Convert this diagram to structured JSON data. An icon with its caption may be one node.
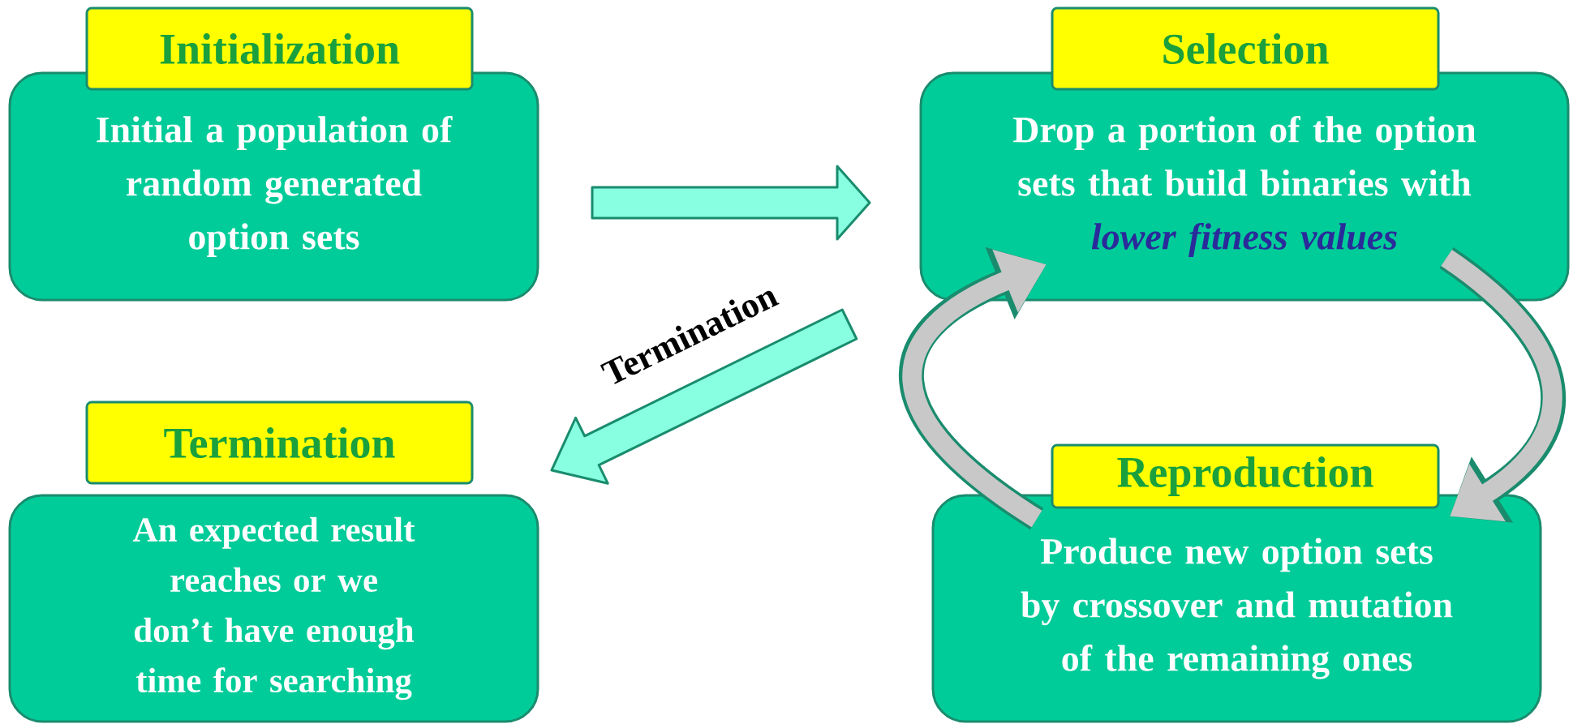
{
  "diagram": {
    "nodes": [
      {
        "text": [
          "Initialization",
          "Initial a population of random generated option sets"
        ]
      },
      {
        "text": [
          "Selection",
          "Drop a portion of the option sets that build binaries with",
          "lower fitness values"
        ]
      },
      {
        "text": [
          "Termination",
          "An expected result reaches or we don’t have enough time for searching"
        ]
      },
      {
        "text": [
          "Reproduction",
          "Produce new option sets by crossover and mutation of the remaining ones"
        ]
      }
    ],
    "edges": [
      {
        "from": 0,
        "to": 1,
        "arrow": "to"
      },
      {
        "from": 1,
        "to": 2,
        "arrow": "to",
        "label": "Termination"
      },
      {
        "from": 1,
        "to": 3,
        "arrow": "to",
        "color": "#c8c8c8"
      },
      {
        "from": 3,
        "to": 1,
        "arrow": "to",
        "color": "#c8c8c8"
      }
    ]
  }
}
